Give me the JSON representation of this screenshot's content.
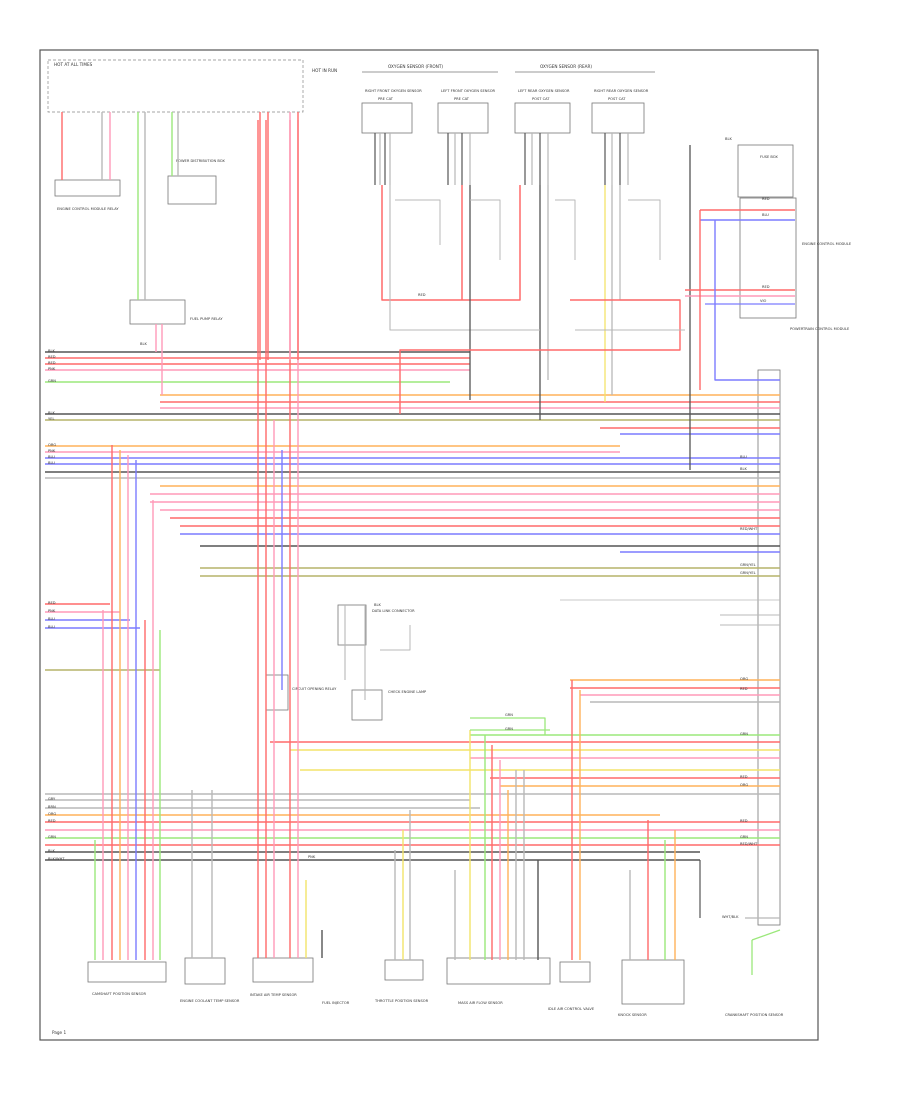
{
  "diagram": {
    "frame_label": "HOT AT ALL TIMES",
    "hot_in_run": "HOT IN RUN",
    "footer": "Page 1",
    "section_headers": [
      "OXYGEN SENSOR (FRONT)",
      "OXYGEN SENSOR (REAR)"
    ],
    "oxygen_sensors": [
      {
        "label": "RIGHT FRONT OXYGEN SENSOR",
        "sub": "PRE CAT"
      },
      {
        "label": "LEFT FRONT OXYGEN SENSOR",
        "sub": "PRE CAT"
      },
      {
        "label": "LEFT REAR OXYGEN SENSOR",
        "sub": "POST CAT"
      },
      {
        "label": "RIGHT REAR OXYGEN SENSOR",
        "sub": "POST CAT"
      }
    ],
    "top_left_components": [
      {
        "label": "ENGINE CONTROL MODULE RELAY"
      },
      {
        "label": "POWER DISTRIBUTION BOX"
      },
      {
        "label": "FUEL PUMP RELAY"
      }
    ],
    "right_components": [
      {
        "label": "FUSE BOX"
      },
      {
        "label": "ENGINE CONTROL MODULE"
      },
      {
        "label": "POWERTRAIN CONTROL MODULE"
      }
    ],
    "bottom_components": [
      {
        "label": "CAMSHAFT POSITION SENSOR"
      },
      {
        "label": "ENGINE COOLANT TEMP SENSOR"
      },
      {
        "label": "INTAKE AIR TEMP SENSOR"
      },
      {
        "label": "FUEL INJECTOR"
      },
      {
        "label": "THROTTLE POSITION SENSOR"
      },
      {
        "label": "MASS AIR FLOW SENSOR"
      },
      {
        "label": "IDLE AIR CONTROL VALVE"
      },
      {
        "label": "KNOCK SENSOR"
      },
      {
        "label": "CRANKSHAFT POSITION SENSOR"
      }
    ],
    "mid_components": [
      {
        "label": "DATA LINK CONNECTOR"
      },
      {
        "label": "CHECK ENGINE LAMP"
      },
      {
        "label": "CIRCUIT OPENING RELAY"
      }
    ],
    "wire_labels": {
      "blk": "BLK",
      "red": "RED",
      "red_wht": "RED/WHT",
      "blu": "BLU",
      "grn": "GRN",
      "yel": "YEL",
      "org": "ORG",
      "pnk": "PNK",
      "gry": "GRY",
      "brn": "BRN",
      "vio": "VIO",
      "blk_wht": "BLK/WHT",
      "grn_yel": "GRN/YEL",
      "wht_blk": "WHT/BLK"
    },
    "colors": {
      "red": "#ff6a6a",
      "pink": "#ff9ab8",
      "blue": "#7c7cff",
      "green": "#9be87b",
      "yellow": "#f3e36a",
      "orange": "#ffb25a",
      "black": "#555555",
      "gray": "#b8b8b8",
      "olive": "#b5b36a",
      "violet": "#c08cff"
    }
  }
}
